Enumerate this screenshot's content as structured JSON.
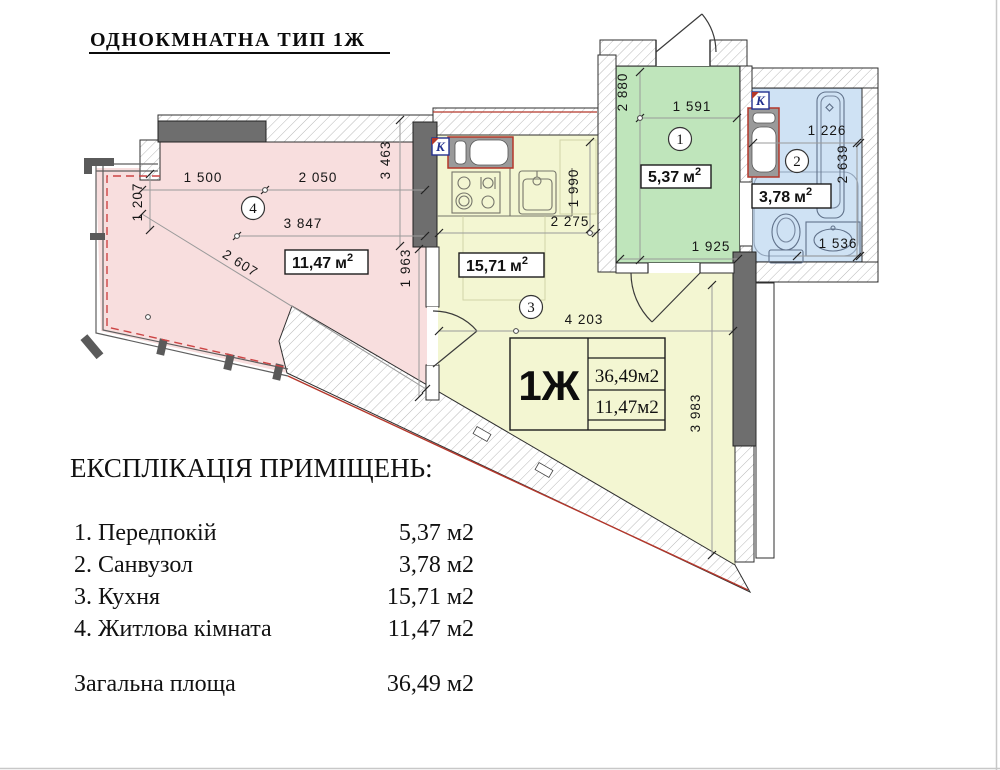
{
  "header": {
    "title": "ОДНОКМНАТНА ТИП 1Ж"
  },
  "plan": {
    "logo": "К",
    "rooms": {
      "hallway": {
        "number": "1",
        "name": "Передпокій",
        "area": "5,37",
        "unit": "м",
        "sup": "2"
      },
      "bathroom": {
        "number": "2",
        "name": "Санвузол",
        "area": "3,78",
        "unit": "м",
        "sup": "2"
      },
      "kitchen": {
        "number": "3",
        "name": "Кухня",
        "area": "15,71",
        "unit": "м",
        "sup": "2"
      },
      "living": {
        "number": "4",
        "name": "Житлова кімната",
        "area": "11,47",
        "unit": "м",
        "sup": "2"
      }
    },
    "unit_table": {
      "type": "1Ж",
      "row1": "36,49м2",
      "row2": "11,47м2"
    },
    "dims": {
      "d1500": "1 500",
      "d2050": "2 050",
      "d3463": "3 463",
      "d1207": "1 207",
      "d3847": "3 847",
      "d2607": "2 607",
      "d1963": "1 963",
      "d1990": "1 990",
      "d2275": "2 275",
      "d4203": "4 203",
      "d3983": "3 983",
      "d2880": "2 880",
      "d1591": "1 591",
      "d1925": "1 925",
      "d1226": "1 226",
      "d2639": "2 639",
      "d1536": "1 536"
    },
    "colors": {
      "living": "#f8dede",
      "kitchen": "#f3f6d2",
      "hallway": "#bfe5bb",
      "bathroom": "#cfe2f4",
      "accent_red": "#b4372b"
    }
  },
  "legend": {
    "heading": "ЕКСПЛІКАЦІЯ ПРИМІЩЕНЬ:",
    "rows": [
      {
        "label": "1. Передпокій",
        "value": "5,37 м2"
      },
      {
        "label": "2. Санвузол",
        "value": "3,78 м2"
      },
      {
        "label": "3. Кухня",
        "value": "15,71 м2"
      },
      {
        "label": "4. Житлова кімната",
        "value": "11,47 м2"
      }
    ],
    "total": {
      "label": "Загальна площа",
      "value": "36,49 м2"
    }
  }
}
